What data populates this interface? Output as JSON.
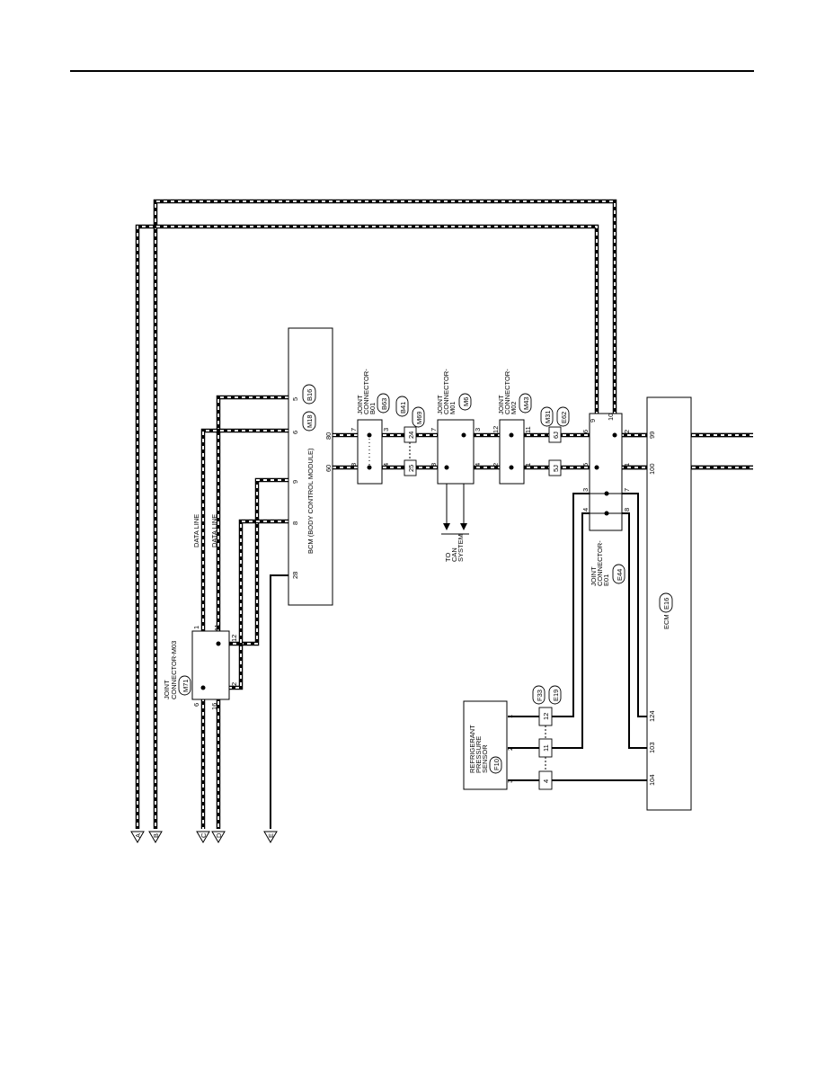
{
  "bcm": {
    "name": "BCM (BODY CONTROL MODULE)",
    "connectors": [
      "M18",
      "B16"
    ],
    "pins": {
      "p5": "5",
      "p6": "6",
      "p9": "9",
      "p8": "8",
      "p28": "28",
      "p80": "80",
      "p60": "60"
    }
  },
  "jc_b01": {
    "title": [
      "JOINT",
      "CONNECTOR-",
      "B01"
    ],
    "connector": "B63",
    "pins": {
      "p7": "7",
      "p3": "3",
      "p8": "8",
      "p4": "4"
    }
  },
  "inline_b41": {
    "connectors": [
      "B41",
      "M69"
    ],
    "pins": {
      "a": "24",
      "b": "25"
    }
  },
  "jc_m01": {
    "title": [
      "JOINT",
      "CONNECTOR-",
      "M01"
    ],
    "connector": "M6",
    "pins": {
      "p7": "7",
      "p3": "3",
      "p8": "8",
      "p4": "4"
    }
  },
  "can_system": [
    "TO",
    "CAN",
    "SYSTEM"
  ],
  "jc_m02": {
    "title": [
      "JOINT",
      "CONNECTOR-",
      "M02"
    ],
    "connector": "M43",
    "pins": {
      "p12": "12",
      "p11": "11",
      "p2": "2",
      "p1": "1"
    }
  },
  "inline_m31": {
    "connectors": [
      "M31",
      "E62"
    ],
    "pins": {
      "a": "6J",
      "b": "5J"
    }
  },
  "jc_e01": {
    "title": [
      "JOINT",
      "CONNECTOR-",
      "E01"
    ],
    "connector": "E44",
    "pins": {
      "p9": "9",
      "p10": "10",
      "p6": "6",
      "p2": "2",
      "p5": "5",
      "p1": "1",
      "p3": "3",
      "p7": "7",
      "p4": "4",
      "p8": "8"
    }
  },
  "ecm": {
    "name": "ECM",
    "connector": "E16",
    "pins": {
      "p99": "99",
      "p100": "100",
      "p124": "124",
      "p103": "103",
      "p104": "104"
    }
  },
  "jc_m03": {
    "title": [
      "JOINT",
      "CONNECTOR-M03"
    ],
    "connector": "M71",
    "pins": {
      "p1": "1",
      "p11": "11",
      "p12": "12",
      "p6": "6",
      "p16": "16",
      "p2": "2"
    }
  },
  "data_line": "DATA LINE",
  "sensor": {
    "title": [
      "REFRIGERANT",
      "PRESSURE",
      "SENSOR"
    ],
    "connector": "F10",
    "pins": {
      "p1": "1",
      "p2": "2",
      "p3": "3"
    }
  },
  "inline_f33": {
    "connectors": [
      "F33",
      "E19"
    ],
    "pins": {
      "a": "12",
      "b": "11",
      "c": "4"
    }
  },
  "continuations": [
    "A",
    "B",
    "C",
    "D",
    "E"
  ]
}
